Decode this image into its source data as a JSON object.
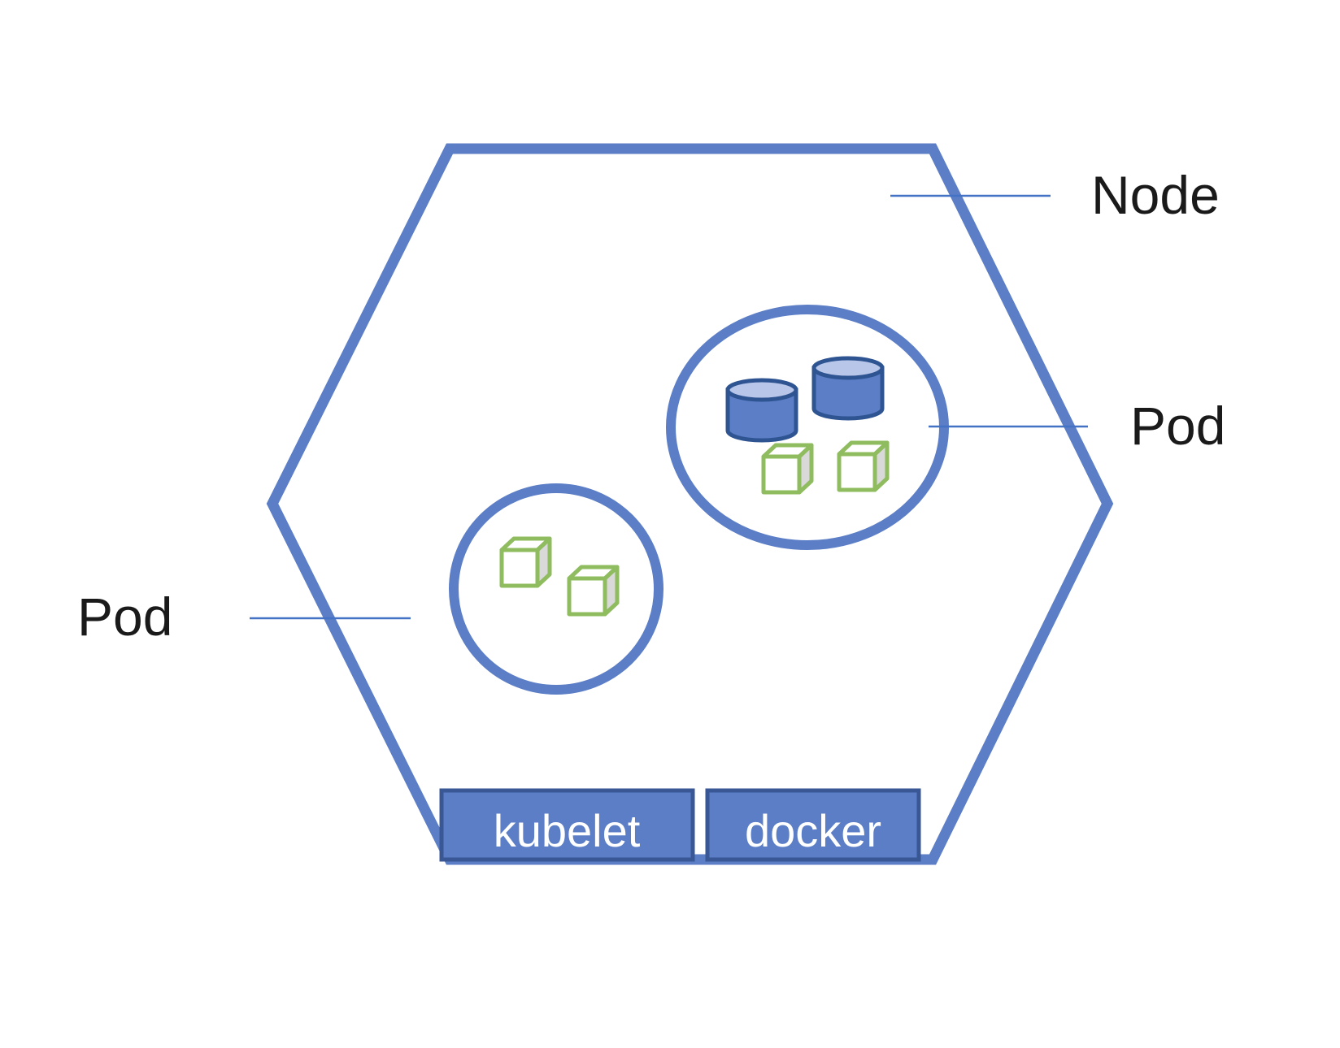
{
  "diagram": {
    "labels": {
      "node": "Node",
      "pod_right": "Pod",
      "pod_left": "Pod",
      "kubelet": "kubelet",
      "docker": "docker"
    },
    "colors": {
      "primary_blue": "#5B7EC6",
      "box_fill_blue": "#5B7EC6",
      "box_border_dark_blue": "#3A5795",
      "connector_line_blue": "#4472C4",
      "cylinder_fill": "#5B7EC6",
      "cylinder_top_light_blue": "#B8C7E9",
      "cylinder_border_dark_blue": "#2F5492",
      "cube_outline_green": "#8FBC5F",
      "cube_side_gray": "#D9D9D9",
      "cube_face_white": "#FFFFFF",
      "label_text": "#1A1A1A",
      "background": "#FFFFFF"
    },
    "structure": {
      "node_shape": "hexagon",
      "pods": [
        {
          "position": "upper-right",
          "volume_icons": 2,
          "container_icons": 2
        },
        {
          "position": "lower-left",
          "volume_icons": 0,
          "container_icons": 2
        }
      ],
      "node_components": [
        "kubelet",
        "docker"
      ]
    }
  }
}
